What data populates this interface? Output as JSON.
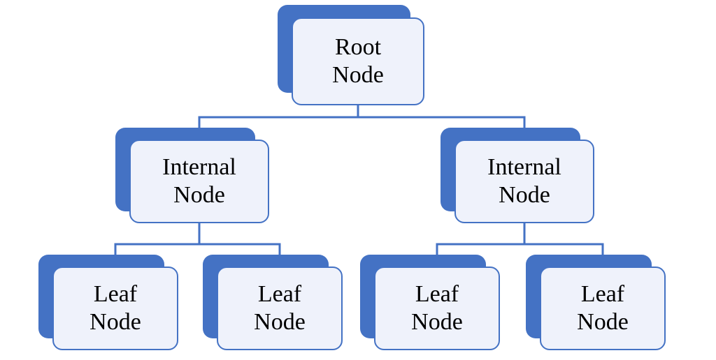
{
  "diagram": {
    "type": "tree",
    "description": "Binary tree structure diagram with root, internal and leaf nodes",
    "colors": {
      "accent": "#4472C4",
      "node_fill": "#EFF2FB",
      "text": "#000000",
      "background": "#FFFFFF"
    },
    "nodes": {
      "root": {
        "label": "Root\nNode"
      },
      "internal_left": {
        "label": "Internal\nNode"
      },
      "internal_right": {
        "label": "Internal\nNode"
      },
      "leaf_1": {
        "label": "Leaf\nNode"
      },
      "leaf_2": {
        "label": "Leaf\nNode"
      },
      "leaf_3": {
        "label": "Leaf\nNode"
      },
      "leaf_4": {
        "label": "Leaf\nNode"
      }
    },
    "edges": [
      "root-internal_left",
      "root-internal_right",
      "internal_left-leaf_1",
      "internal_left-leaf_2",
      "internal_right-leaf_3",
      "internal_right-leaf_4"
    ]
  }
}
